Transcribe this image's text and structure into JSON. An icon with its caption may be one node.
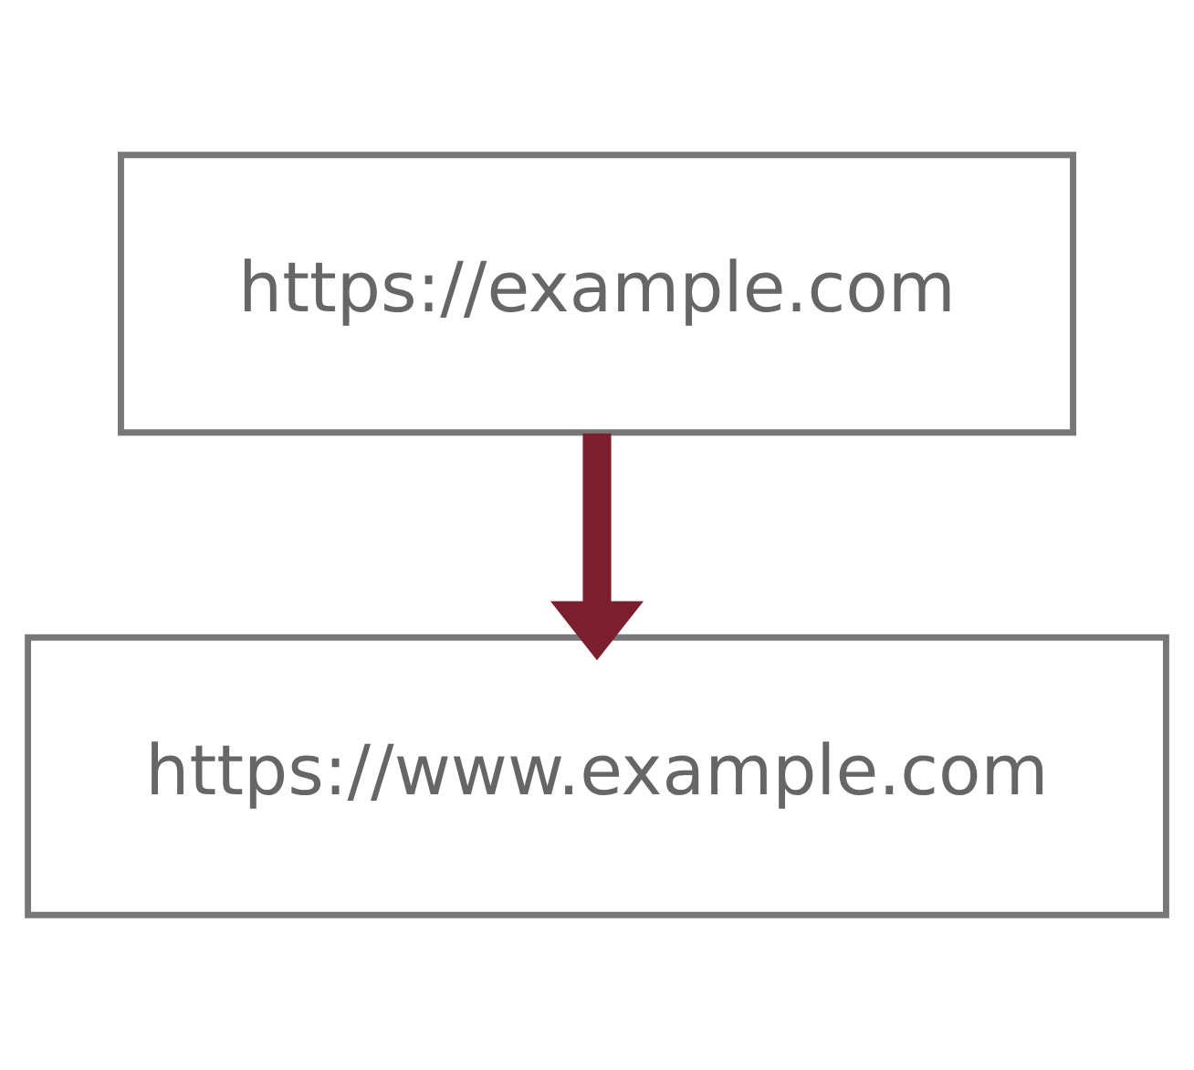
{
  "diagram": {
    "nodes": [
      {
        "text": [
          "https://example.com"
        ]
      },
      {
        "text": [
          "https://www.example.com"
        ]
      }
    ],
    "edges": [
      {
        "from": 0,
        "to": 1,
        "arrow": "to",
        "color": "#7b1f2e"
      }
    ]
  }
}
